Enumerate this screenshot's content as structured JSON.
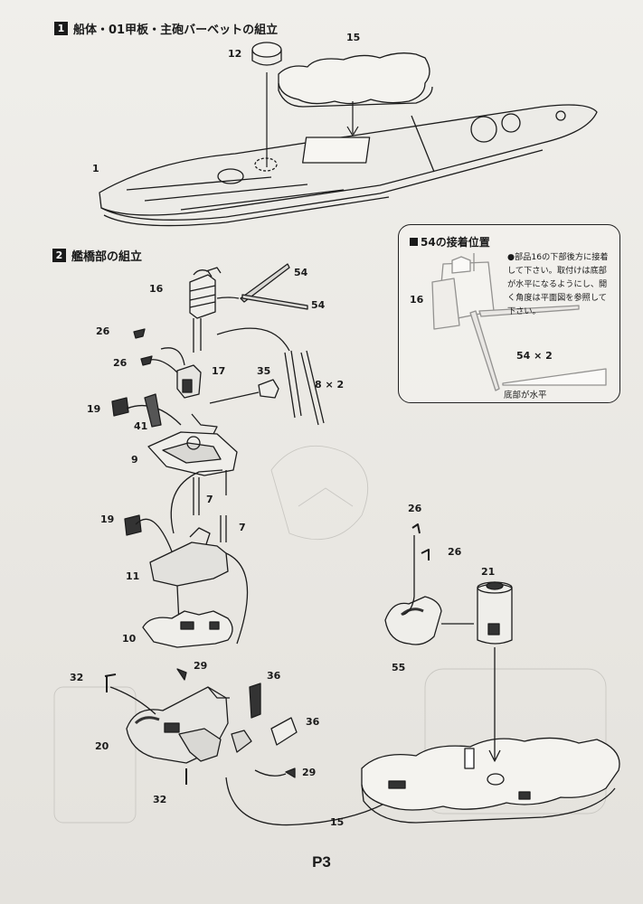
{
  "steps": [
    {
      "number": "1",
      "title": "船体・01甲板・主砲バーベットの組立"
    },
    {
      "number": "2",
      "title": "艦橋部の組立"
    }
  ],
  "part_labels": {
    "p12": "12",
    "p15_top": "15",
    "p1": "1",
    "p16": "16",
    "p54_a": "54",
    "p54_b": "54",
    "p26_a": "26",
    "p26_b": "26",
    "p17": "17",
    "p35": "35",
    "p8x2": "8 × 2",
    "p19_a": "19",
    "p41": "41",
    "p9": "9",
    "p7_a": "7",
    "p7_b": "7",
    "p19_b": "19",
    "p11": "11",
    "p10": "10",
    "p32_a": "32",
    "p29_a": "29",
    "p36_a": "36",
    "p20": "20",
    "p36_b": "36",
    "p29_b": "29",
    "p32_b": "32",
    "p15_bottom": "15",
    "p26_c": "26",
    "p26_d": "26",
    "p21": "21",
    "p55": "55"
  },
  "inset": {
    "title": "54の接着位置",
    "note": "●部品16の下部後方に接着して下さい。取付けは底部が水平になるようにし、開く角度は平面図を参照して下さい。",
    "part16": "16",
    "part54x2": "54 × 2",
    "bottom_label": "底部が水平"
  },
  "page_number": "P3"
}
